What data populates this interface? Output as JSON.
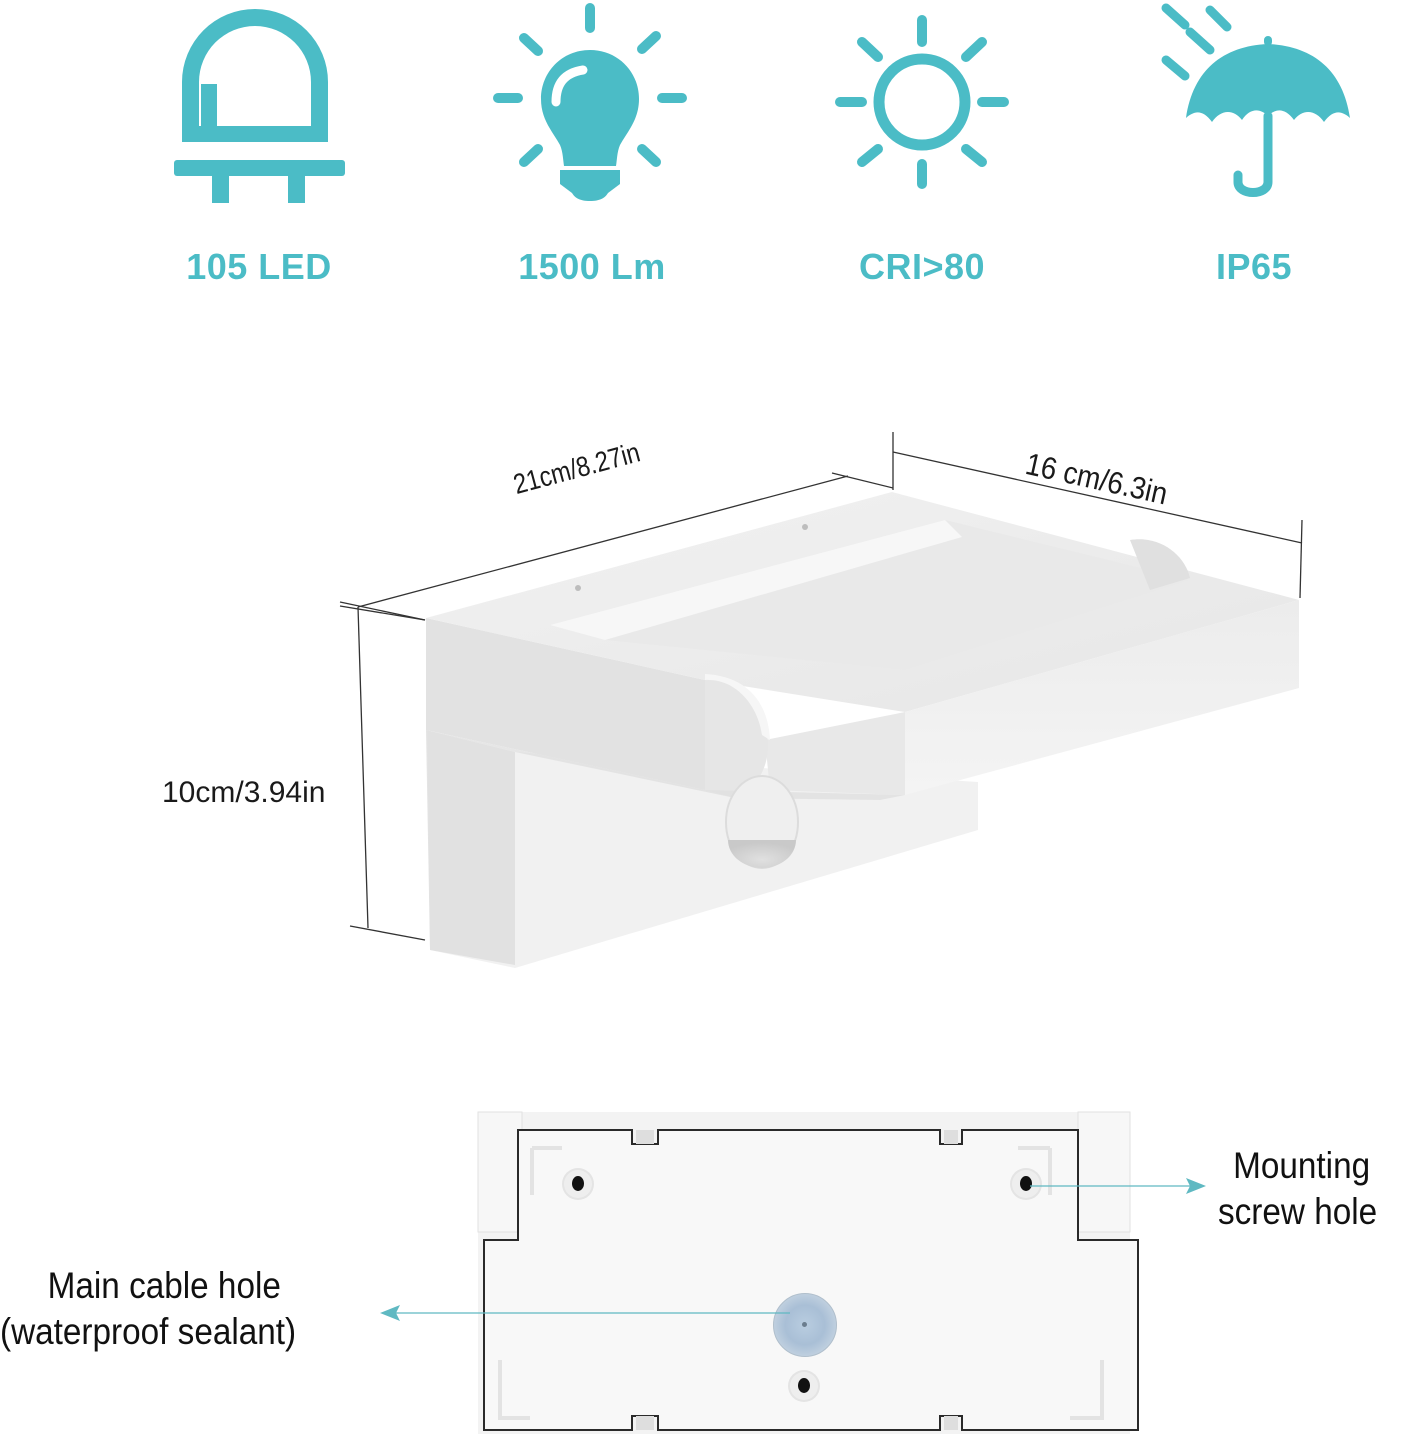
{
  "theme": {
    "accent": "#4bbcc6",
    "text": "#111111",
    "product_body": "#efefef",
    "product_shadow": "#d4d4d4"
  },
  "features": [
    {
      "icon": "led-diode-icon",
      "label": "105 LED"
    },
    {
      "icon": "light-bulb-icon",
      "label": "1500 Lm"
    },
    {
      "icon": "sun-icon",
      "label": "CRI>80"
    },
    {
      "icon": "umbrella-rain-icon",
      "label": "IP65"
    }
  ],
  "dimensions": {
    "length": "21cm/8.27in",
    "width": "16 cm/6.3in",
    "height": "10cm/3.94in"
  },
  "callouts": {
    "mounting": {
      "line1": "Mounting",
      "line2": "screw hole"
    },
    "cable": {
      "line1": "Main cable hole",
      "line2": "(waterproof sealant)"
    }
  }
}
